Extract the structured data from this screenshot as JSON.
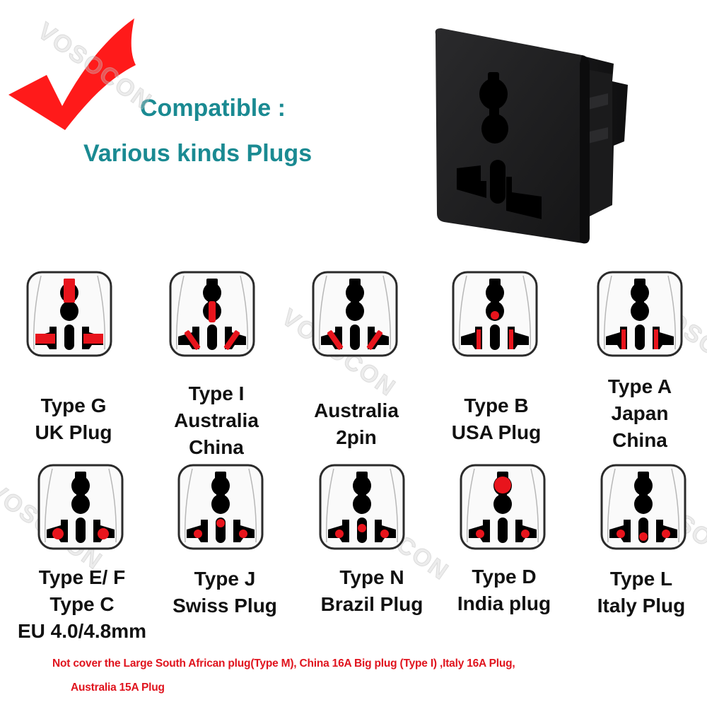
{
  "header": {
    "title_line1": "Compatible :",
    "title_line2": "Various kinds Plugs",
    "check_icon_color": "#ff1a1a",
    "title_color": "#1a8a92"
  },
  "product": {
    "name": "Universal socket",
    "color": "#1c1c1e"
  },
  "watermark": {
    "text": "VOSOCON"
  },
  "colors": {
    "highlight": "#e8141c",
    "pin": "#000000",
    "frame": "#333333",
    "label": "#111111",
    "note": "#e0141e"
  },
  "plugs": [
    {
      "label_lines": [
        "Type G",
        "UK Plug"
      ],
      "highlight": "G"
    },
    {
      "label_lines": [
        "Type I",
        "Australia",
        "China"
      ],
      "highlight": "I"
    },
    {
      "label_lines": [
        "Australia",
        "2pin"
      ],
      "highlight": "AU2"
    },
    {
      "label_lines": [
        "Type B",
        "USA Plug"
      ],
      "highlight": "B"
    },
    {
      "label_lines": [
        "Type A",
        "Japan",
        "China"
      ],
      "highlight": "A"
    },
    {
      "label_lines": [
        "Type E/ F",
        "Type C",
        "EU 4.0/4.8mm"
      ],
      "highlight": "EF"
    },
    {
      "label_lines": [
        "Type J",
        "Swiss Plug"
      ],
      "highlight": "J"
    },
    {
      "label_lines": [
        "Type N",
        "Brazil Plug"
      ],
      "highlight": "N"
    },
    {
      "label_lines": [
        "Type D",
        "India plug"
      ],
      "highlight": "D"
    },
    {
      "label_lines": [
        "Type L",
        "Italy  Plug"
      ],
      "highlight": "L"
    }
  ],
  "note": {
    "line1": "Not cover the Large South African plug(Type M), China 16A Big plug (Type I) ,Italy 16A Plug,",
    "line2": "Australia 15A Plug"
  }
}
